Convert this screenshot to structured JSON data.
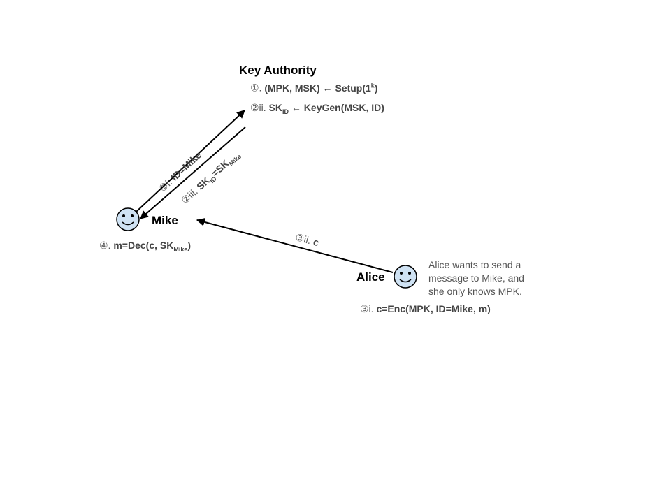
{
  "key_authority": {
    "title": "Key Authority",
    "step1_num": "①.",
    "step1_text": "(MPK, MSK) ← Setup(1",
    "step1_sup": "k",
    "step1_close": ")",
    "step2_num": "②ii.",
    "step2_text": "SK",
    "step2_sub": "ID",
    "step2_rest": "← KeyGen(MSK, ID)"
  },
  "mike": {
    "name": "Mike",
    "step4_num": "④.",
    "step4_text": "m=Dec(c, SK",
    "step4_sub": "Mike",
    "step4_close": ")"
  },
  "alice": {
    "name": "Alice",
    "note": "Alice wants to send a message to Mike, and she only knows MPK.",
    "step3_num": "③i.",
    "step3_text": "c=Enc(MPK, ID=Mike, m)"
  },
  "arrows": {
    "up_num": "②i.",
    "up_text": "ID=Mike",
    "down_num": "②iii.",
    "down_text_a": "SK",
    "down_sub_a": "ID",
    "down_text_b": "=SK",
    "down_sub_b": "Mike",
    "alice_num": "③ii.",
    "alice_text": "c"
  },
  "colors": {
    "face_fill": "#cfe2f3",
    "stroke": "#000000",
    "text": "#555555"
  }
}
